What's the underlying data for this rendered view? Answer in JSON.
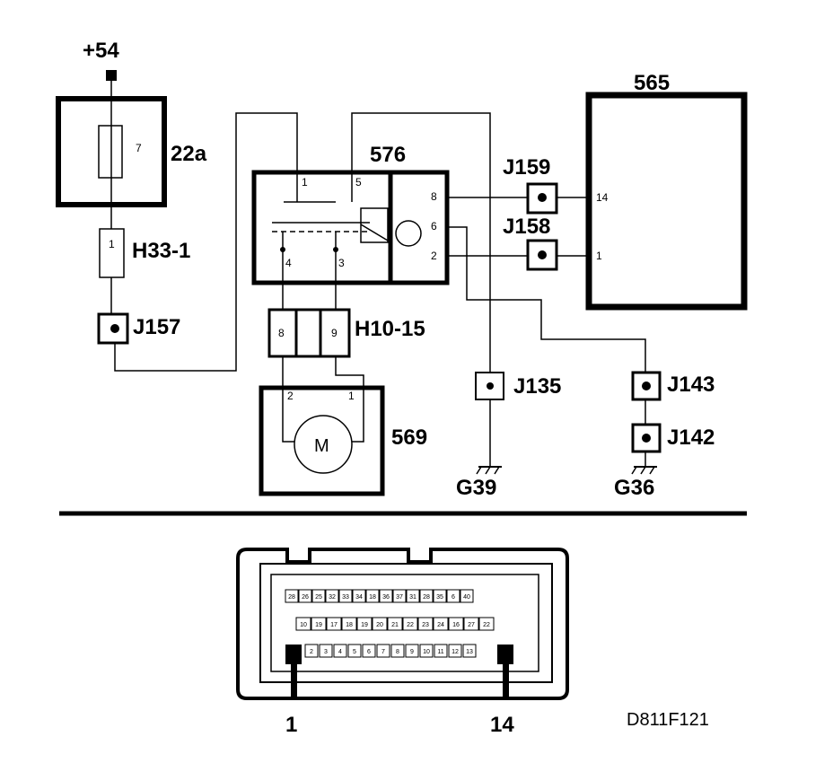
{
  "labels": {
    "supply": "+54",
    "fuse_box": "22a",
    "fuse_pin": "7",
    "h33": "H33-1",
    "h33_pin": "1",
    "j157": "J157",
    "relay": "576",
    "relay_pin1": "1",
    "relay_pin5": "5",
    "relay_pin4": "4",
    "relay_pin3": "3",
    "relay_pin8": "8",
    "relay_pin6": "6",
    "relay_pin2": "2",
    "h10": "H10-15",
    "h10_pin_left": "8",
    "h10_pin_right": "9",
    "motor": "569",
    "motor_symbol": "M",
    "motor_pin2": "2",
    "motor_pin1": "1",
    "ecu": "565",
    "ecu_pin14": "14",
    "ecu_pin1": "1",
    "j159": "J159",
    "j158": "J158",
    "j135": "J135",
    "j143": "J143",
    "j142": "J142",
    "g39": "G39",
    "g36": "G36"
  },
  "connector": {
    "row1": [
      "28",
      "26",
      "25",
      "32",
      "33",
      "34",
      "18",
      "36",
      "37",
      "31",
      "28",
      "35",
      "6",
      "40"
    ],
    "row2": [
      "10",
      "19",
      "17",
      "18",
      "19",
      "20",
      "21",
      "22",
      "23",
      "24",
      "16",
      "27",
      "22"
    ],
    "row3": [
      "2",
      "3",
      "4",
      "5",
      "6",
      "7",
      "8",
      "9",
      "10",
      "11",
      "12",
      "13"
    ],
    "pin_left": "1",
    "pin_right": "14"
  },
  "caption": "D811F121"
}
